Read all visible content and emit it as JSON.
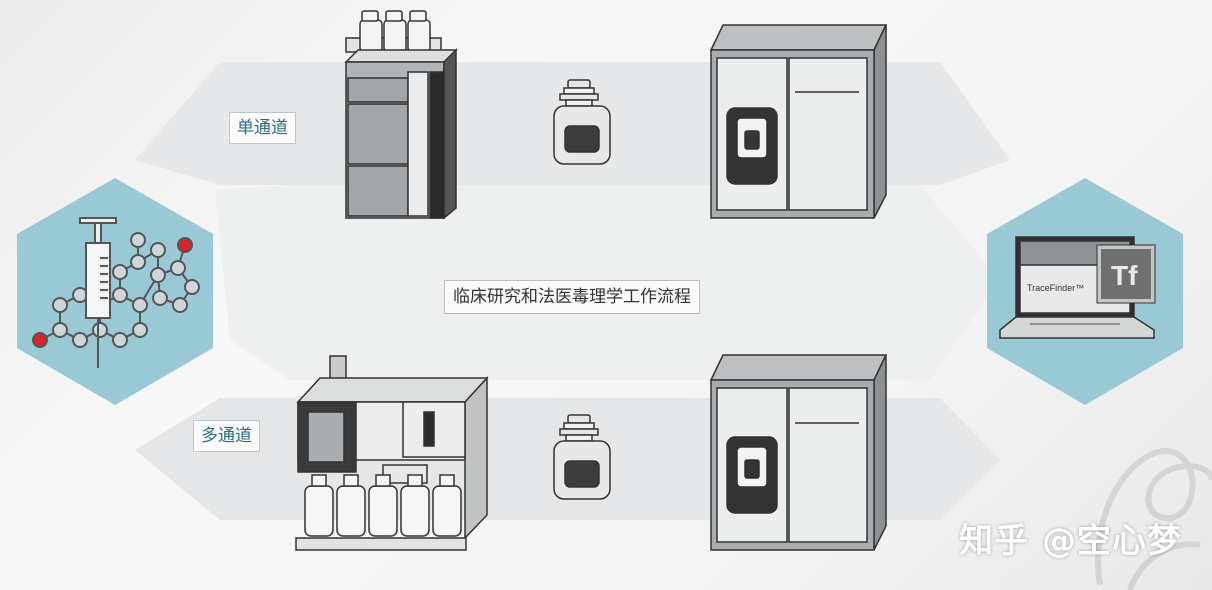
{
  "labels": {
    "single_channel": "单通道",
    "multi_channel": "多通道",
    "workflow": "临床研究和法医毒理学工作流程"
  },
  "software": {
    "screen_text": "TraceFinder™",
    "logo_text": "Tf"
  },
  "watermark": "知乎 @空心梦",
  "colors": {
    "hexagon": "#98c9d5",
    "atom_red": "#d9242b",
    "instrument_gray": "#a8acaf",
    "panel_light": "#dcdfe1",
    "band": "#e3e5e6"
  }
}
